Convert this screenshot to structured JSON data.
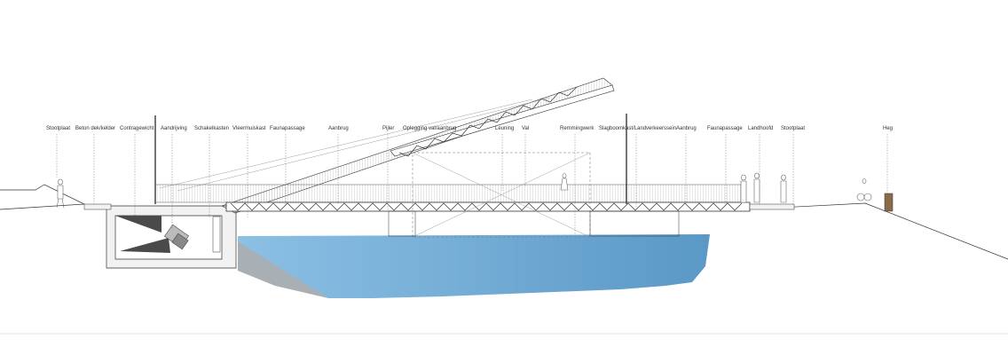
{
  "labels": {
    "stootplaat_left": "Stootplaat",
    "beton": "Beton dek/kelder",
    "contragewicht": "Contragewicht",
    "aandrijving": "Aandrijving",
    "schakelkasten": "Schakelkasten",
    "vleermuiskast": "Vleermuiskast",
    "faunapassage_left": "Faunapassage",
    "aanbrug_left": "Aanbrug",
    "pijler": "Pijler",
    "oplegging": "Oplegging val/aanbrug",
    "leuning": "Leuning",
    "val": "Val",
    "remmingwerk": "Remmingwerk",
    "slagboomkast": "Slagboomkast/Landverkeerssein",
    "aanbrug_right": "Aanbrug",
    "faunapassage_right": "Faunapassage",
    "landhoofd": "Landhoofd",
    "stootplaat_right": "Stootplaat",
    "heg": "Heg"
  },
  "colors": {
    "water_light": "#8cc0e4",
    "water_dark": "#5a98c6",
    "counterweight": "#4a4a4a",
    "concrete": "#f2f2f2",
    "embankment": "#a9b0b5"
  }
}
